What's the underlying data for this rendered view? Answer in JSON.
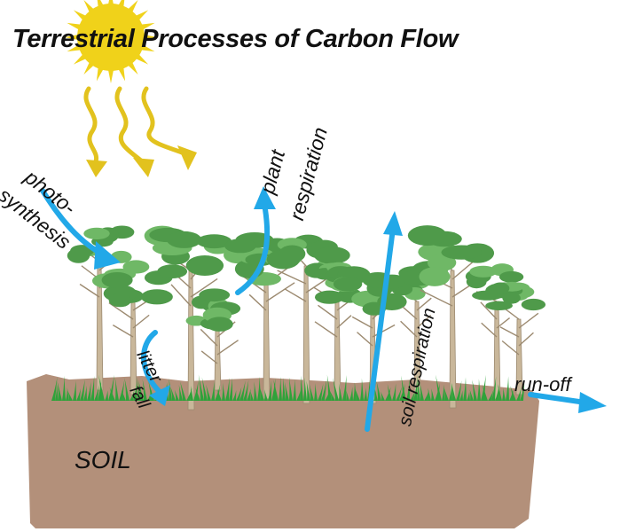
{
  "diagram": {
    "title": "Terrestrial Processes of Carbon Flow",
    "labels": {
      "photo": "photo-",
      "synthesis": "synthesis",
      "plant": "plant",
      "respiration": "respiration",
      "litter": "litter",
      "fall": "fall",
      "soil_respiration": "soil respiration",
      "run_off": "run-off",
      "soil": "SOIL"
    },
    "colors": {
      "sun": "#f0d21a",
      "sun_rays": "#e2c21e",
      "arrow": "#22a8e8",
      "soil": "#b3907a",
      "foliage": "#4f9a4a",
      "foliage_light": "#6fb866",
      "grass": "#2fa23a",
      "trunk": "#c9b79a"
    }
  }
}
